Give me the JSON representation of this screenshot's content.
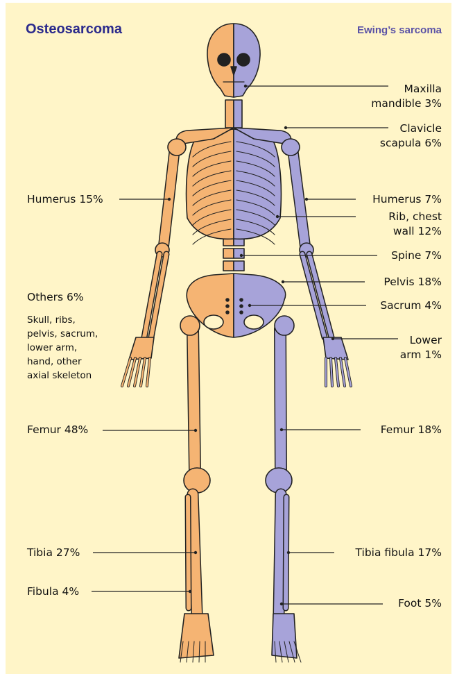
{
  "colors": {
    "background": "#fff5c8",
    "osteosarcoma": "#f5b473",
    "ewing": "#a7a3d9",
    "title_left": "#2b2a8c",
    "title_right": "#5a52a6",
    "outline": "#222222"
  },
  "titles": {
    "left": "Osteosarcoma",
    "right": "Ewing’s sarcoma"
  },
  "osteosarcoma_labels": [
    {
      "id": "humerus",
      "lines": [
        "Humerus 15%"
      ]
    },
    {
      "id": "others",
      "lines": [
        "Others 6%"
      ]
    },
    {
      "id": "femur",
      "lines": [
        "Femur 48%"
      ]
    },
    {
      "id": "tibia",
      "lines": [
        "Tibia 27%"
      ]
    },
    {
      "id": "fibula",
      "lines": [
        "Fibula 4%"
      ]
    }
  ],
  "others_note": [
    "Skull, ribs,",
    "pelvis, sacrum,",
    "lower arm,",
    "hand, other",
    "axial skeleton"
  ],
  "ewing_labels": [
    {
      "id": "maxilla",
      "lines": [
        "Maxilla",
        "mandible 3%"
      ]
    },
    {
      "id": "clavicle",
      "lines": [
        "Clavicle",
        "scapula 6%"
      ]
    },
    {
      "id": "humerus",
      "lines": [
        "Humerus 7%"
      ]
    },
    {
      "id": "rib",
      "lines": [
        "Rib, chest",
        "wall 12%"
      ]
    },
    {
      "id": "spine",
      "lines": [
        "Spine 7%"
      ]
    },
    {
      "id": "pelvis",
      "lines": [
        "Pelvis 18%"
      ]
    },
    {
      "id": "sacrum",
      "lines": [
        "Sacrum 4%"
      ]
    },
    {
      "id": "lower-arm",
      "lines": [
        "Lower",
        "arm 1%"
      ]
    },
    {
      "id": "femur",
      "lines": [
        "Femur 18%"
      ]
    },
    {
      "id": "tibia-fibula",
      "lines": [
        "Tibia fibula 17%"
      ]
    },
    {
      "id": "foot",
      "lines": [
        "Foot 5%"
      ]
    }
  ]
}
